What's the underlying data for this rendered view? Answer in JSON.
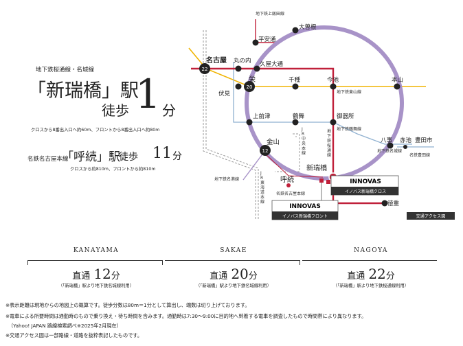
{
  "left": {
    "line_label": "地下鉄桜通線・名城線",
    "station_main": "「新瑞橋」駅",
    "walk_label": "徒歩",
    "walk_minutes": "1",
    "walk_unit": "分",
    "exit_note": "クロスから8番出入口へ約60m、フロントから8番出入口へ約80m",
    "line_label_2": "名鉄名古屋本線",
    "station_2": "「呼続」駅",
    "walk_label_2": "徒歩",
    "walk_minutes_2": "11",
    "walk_unit_2": "分",
    "exit_note_2": "クロスから約810m、フロントから約810m"
  },
  "map": {
    "lines": {
      "higashiyama": "地下鉄東山線",
      "meijo": "地下鉄名城線",
      "tsurumai": "地下鉄鶴舞線",
      "sakura": "桜通線",
      "kamiiida": "地下鉄上飯田線",
      "meiko": "地下鉄名港線",
      "jr_chuo": "JR中央本線",
      "jr_tokaido": "JR東海道本線",
      "meitetsu_main": "名鉄名古屋本線",
      "meitetsu_toyota": "名鉄豊田線",
      "jr_chuo_1": "J",
      "jr_chuo_2": "R",
      "jr_chuo_3": "中",
      "jr_chuo_4": "央",
      "jr_chuo_5": "本",
      "jr_chuo_6": "線",
      "jr_tokaido_1": "J",
      "jr_tokaido_2": "R",
      "jr_tokaido_3": "東",
      "jr_tokaido_4": "海",
      "jr_tokaido_5": "道",
      "jr_tokaido_6": "本",
      "jr_tokaido_7": "線",
      "sakura_1": "地",
      "sakura_2": "下",
      "sakura_3": "鉄",
      "sakura_4": "桜",
      "sakura_5": "通",
      "sakura_6": "線"
    },
    "stations": {
      "nagoya": "名古屋",
      "marunouchi": "丸の内",
      "hisaya": "久屋大通",
      "sakae": "栄",
      "fushimi": "伏見",
      "chikusa": "千種",
      "imaike": "今池",
      "motoyama": "本山",
      "heian": "平安通",
      "ozone": "大曽根",
      "kamimaezu": "上前津",
      "tsurumai": "鶴舞",
      "gokiso": "御器所",
      "kanayama": "金山",
      "yagoto": "八事",
      "akaike": "赤池",
      "toyotashi": "豊田市",
      "aratamabashi": "新瑞橋",
      "yobitsugi": "呼続",
      "tokushige": "徳重"
    },
    "badges": {
      "nagoya": "22",
      "sakae": "20",
      "kanayama": "12"
    },
    "properties": {
      "cross_name": "INNOVAS",
      "cross_sub": "イノバス新瑞橋クロス",
      "front_name": "INNOVAS",
      "front_sub": "イノバス新瑞橋フロント"
    },
    "legend": "交通アクセス図",
    "colors": {
      "meijo": "#a893c8",
      "sakura": "#c0203a",
      "higashiyama": "#f0b400",
      "tsurumai": "#8fb0d0",
      "jr": "#999999",
      "meitetsu": "#d24a5a"
    }
  },
  "destinations": [
    {
      "name": "KANAYAMA",
      "label": "直通",
      "minutes": "12",
      "unit": "分",
      "note": "（「新瑞橋」駅より地下鉄名城線利用）"
    },
    {
      "name": "SAKAE",
      "label": "直通",
      "minutes": "20",
      "unit": "分",
      "note": "（「新瑞橋」駅より地下鉄名城線利用）"
    },
    {
      "name": "NAGOYA",
      "label": "直通",
      "minutes": "22",
      "unit": "分",
      "note": "（「新瑞橋」駅より地下鉄桜通線利用）"
    }
  ],
  "footnotes": [
    "※表示距離は現地からの地図上の概算です。徒歩分数は80m＝1分として算出し、端数は切り上げております。",
    "※電車による所要時間は通勤時のもので乗り換え・待ち時間を含みます。通勤時は7:30～9:00に目的地へ到着する電車を調査したもので時間帯により異なります。",
    "（Yahoo! JAPAN 路線検索調べ※2025年2月現在）",
    "※交通アクセス図は一部路線・道路を抜粋表記したものです。"
  ]
}
